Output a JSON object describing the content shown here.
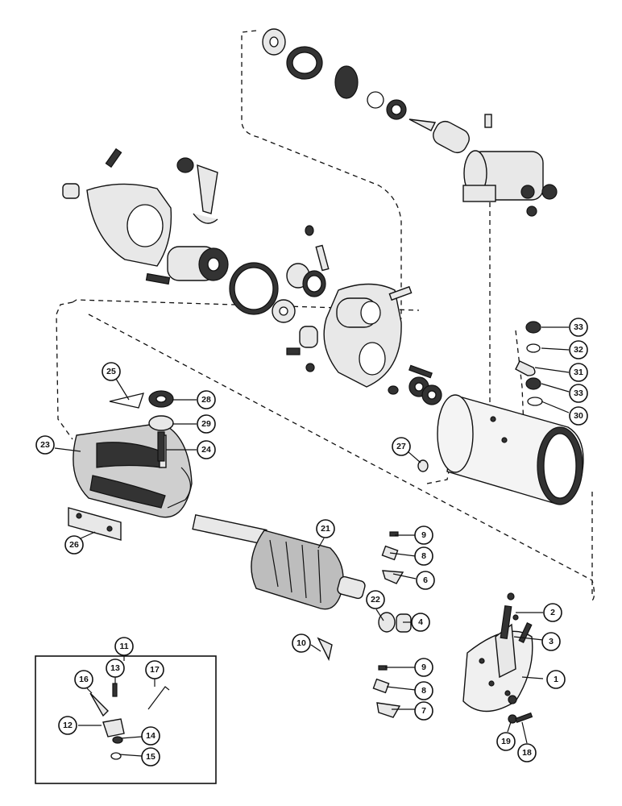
{
  "callouts": [
    {
      "id": "c1",
      "label": "1"
    },
    {
      "id": "c2",
      "label": "2"
    },
    {
      "id": "c3",
      "label": "3"
    },
    {
      "id": "c4",
      "label": "4"
    },
    {
      "id": "c6",
      "label": "6"
    },
    {
      "id": "c7",
      "label": "7"
    },
    {
      "id": "c8a",
      "label": "8"
    },
    {
      "id": "c8b",
      "label": "8"
    },
    {
      "id": "c9a",
      "label": "9"
    },
    {
      "id": "c9b",
      "label": "9"
    },
    {
      "id": "c10",
      "label": "10"
    },
    {
      "id": "c11",
      "label": "11"
    },
    {
      "id": "c12",
      "label": "12"
    },
    {
      "id": "c13",
      "label": "13"
    },
    {
      "id": "c14",
      "label": "14"
    },
    {
      "id": "c15",
      "label": "15"
    },
    {
      "id": "c16",
      "label": "16"
    },
    {
      "id": "c17",
      "label": "17"
    },
    {
      "id": "c18",
      "label": "18"
    },
    {
      "id": "c19",
      "label": "19"
    },
    {
      "id": "c21",
      "label": "21"
    },
    {
      "id": "c22",
      "label": "22"
    },
    {
      "id": "c23",
      "label": "23"
    },
    {
      "id": "c24",
      "label": "24"
    },
    {
      "id": "c25",
      "label": "25"
    },
    {
      "id": "c26",
      "label": "26"
    },
    {
      "id": "c27",
      "label": "27"
    },
    {
      "id": "c28",
      "label": "28"
    },
    {
      "id": "c29",
      "label": "29"
    },
    {
      "id": "c30",
      "label": "30"
    },
    {
      "id": "c31",
      "label": "31"
    },
    {
      "id": "c32",
      "label": "32"
    },
    {
      "id": "c33a",
      "label": "33"
    },
    {
      "id": "c33b",
      "label": "33"
    }
  ]
}
